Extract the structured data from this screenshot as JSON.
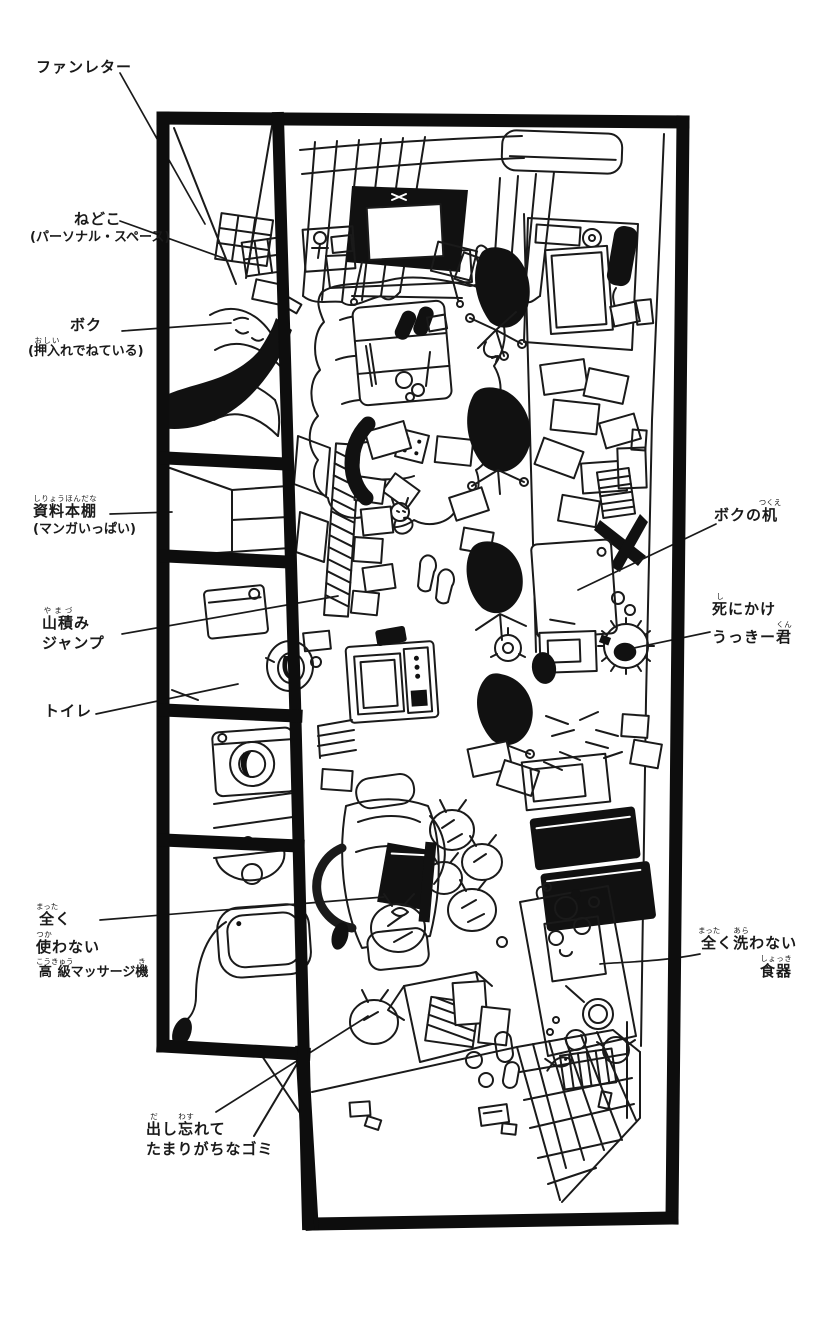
{
  "page": {
    "description_colors": {
      "ink": "#1a1a1a",
      "paper": "#ffffff"
    }
  },
  "annotations": {
    "fan_letter": {
      "lines": [
        [
          {
            "b": "ファンレター"
          }
        ]
      ]
    },
    "bed": {
      "lines": [
        [
          {
            "b": "ねどこ"
          }
        ],
        [
          {
            "b": "(パーソナル・スペース)"
          }
        ]
      ]
    },
    "me": {
      "lines": [
        [
          {
            "b": "ボク"
          }
        ],
        [
          {
            "b": "("
          },
          {
            "b": "押入",
            "r": "おしい"
          },
          {
            "b": "れでねている)"
          }
        ]
      ]
    },
    "shelf": {
      "lines": [
        [
          {
            "b": "資料本棚",
            "r": "しりょうほんだな"
          }
        ],
        [
          {
            "b": "(マンガいっぱい)"
          }
        ]
      ]
    },
    "jump": {
      "lines": [
        [
          {
            "b": "山積",
            "r": "やまづ"
          },
          {
            "b": "み"
          }
        ],
        [
          {
            "b": "ジャンプ"
          }
        ]
      ]
    },
    "toilet": {
      "lines": [
        [
          {
            "b": "トイレ"
          }
        ]
      ]
    },
    "desk": {
      "lines": [
        [
          {
            "b": "ボクの"
          },
          {
            "b": "机",
            "r": "つくえ"
          }
        ]
      ]
    },
    "ukki": {
      "lines": [
        [
          {
            "b": "死",
            "r": "し"
          },
          {
            "b": "にかけ"
          }
        ],
        [
          {
            "b": "うっきー"
          },
          {
            "b": "君",
            "r": "くん"
          }
        ]
      ]
    },
    "massage": {
      "lines": [
        [
          {
            "b": "全",
            "r": "まった"
          },
          {
            "b": "く"
          }
        ],
        [
          {
            "b": "使",
            "r": "つか"
          },
          {
            "b": "わない"
          }
        ],
        [
          {
            "b": "高級",
            "r": "こうきゅう"
          },
          {
            "b": "マッサージ"
          },
          {
            "b": "機",
            "r": "き"
          }
        ]
      ]
    },
    "dishes": {
      "lines": [
        [
          {
            "b": "全",
            "r": "まった"
          },
          {
            "b": "く"
          },
          {
            "b": "洗",
            "r": "あら"
          },
          {
            "b": "わない"
          }
        ],
        [
          {
            "b": "食器",
            "r": "しょっき"
          }
        ]
      ]
    },
    "garbage": {
      "lines": [
        [
          {
            "b": "出",
            "r": "だ"
          },
          {
            "b": "し"
          },
          {
            "b": "忘",
            "r": "わす"
          },
          {
            "b": "れて"
          }
        ],
        [
          {
            "b": "たまりがちなゴミ"
          }
        ]
      ]
    }
  }
}
